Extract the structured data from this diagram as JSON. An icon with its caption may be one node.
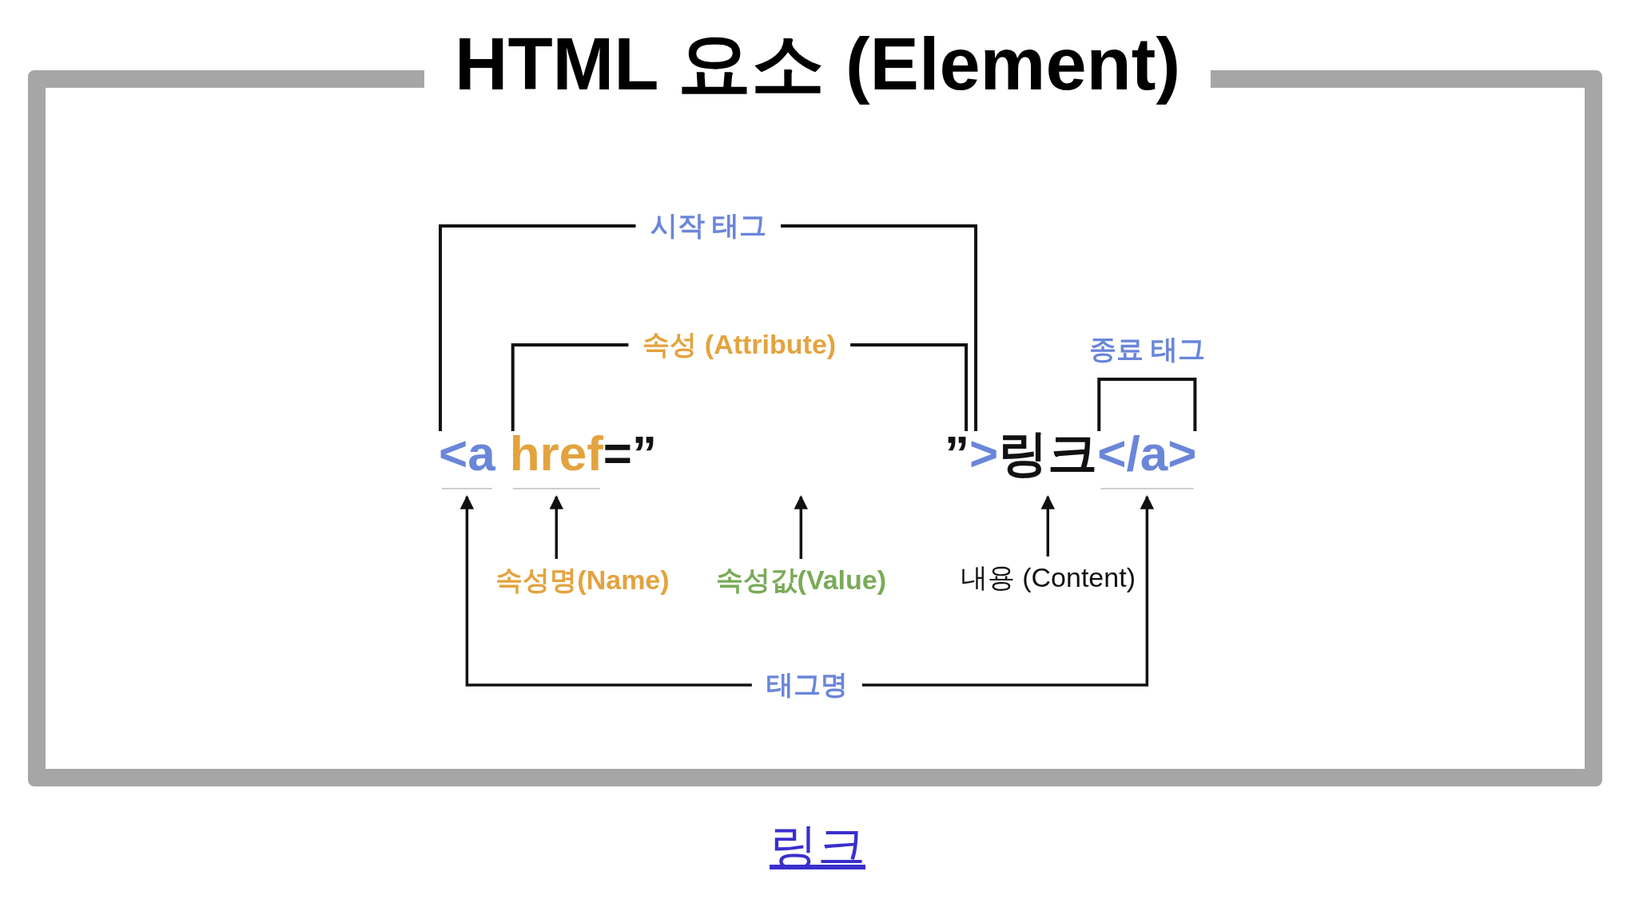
{
  "diagram": {
    "title": "HTML 요소 (Element)",
    "nodes": [
      {
        "text": [
          "<a"
        ]
      },
      {
        "text": [
          "href"
        ]
      },
      {
        "text": [
          "링크"
        ]
      },
      {
        "text": [
          "</a>"
        ]
      },
      {
        "text": [
          "속성명(Name)"
        ]
      },
      {
        "text": [
          "속성값(Value)"
        ]
      },
      {
        "text": [
          "내용 (Content)"
        ]
      },
      {
        "text": [
          "태그명"
        ]
      }
    ],
    "edges": [
      {
        "from": 4,
        "to": 1,
        "arrow": "to"
      },
      {
        "from": 5,
        "to": null,
        "arrow": "to"
      },
      {
        "from": 6,
        "to": 2,
        "arrow": "to"
      },
      {
        "from": 7,
        "to": 0,
        "arrow": "to"
      },
      {
        "from": 7,
        "to": 3,
        "arrow": "to"
      }
    ],
    "labels": [
      "시작 태그",
      "속성 (Attribute)",
      "종료 태그",
      "=”",
      "”",
      ">",
      "링크"
    ]
  }
}
